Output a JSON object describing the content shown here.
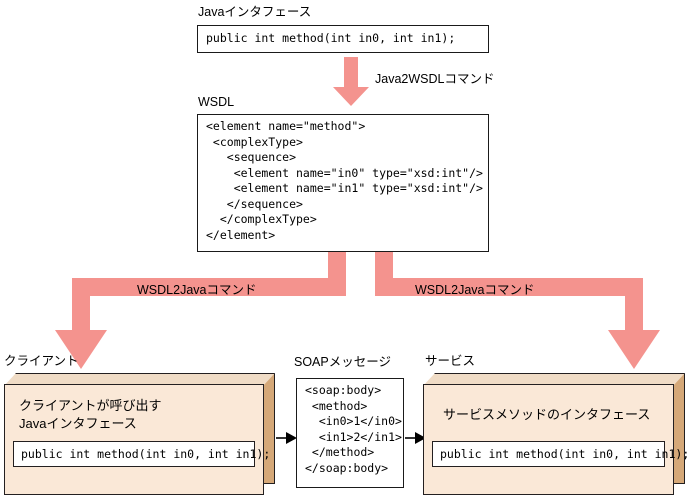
{
  "diagram": {
    "title_java_interface": "Javaインタフェース",
    "java_interface_code": "public int method(int in0, int in1);",
    "cmd_java2wsdl": "Java2WSDLコマンド",
    "title_wsdl": "WSDL",
    "wsdl_code": "<element name=\"method\">\n <complexType>\n   <sequence>\n    <element name=\"in0\" type=\"xsd:int\"/>\n    <element name=\"in1\" type=\"xsd:int\"/>\n   </sequence>\n  </complexType>\n</element>",
    "cmd_wsdl2java_left": "WSDL2Javaコマンド",
    "cmd_wsdl2java_right": "WSDL2Javaコマンド",
    "title_client": "クライアント",
    "client_heading": "クライアントが呼び出す\nJavaインタフェース",
    "client_code": "public int method(int in0, int in1);",
    "title_soap": "SOAPメッセージ",
    "soap_code": "<soap:body>\n <method>\n  <in0>1</in0>\n  <in1>2</in1>\n </method>\n</soap:body>",
    "title_service": "サービス",
    "service_heading": "サービスメソッドのインタフェース",
    "service_code": "public int method(int in0, int in1);"
  },
  "colors": {
    "arrow_pink": "#f4938e",
    "slab_face": "#fae8d7",
    "slab_side": "#d5a878",
    "outline": "#231f20",
    "background": "#ffffff"
  }
}
